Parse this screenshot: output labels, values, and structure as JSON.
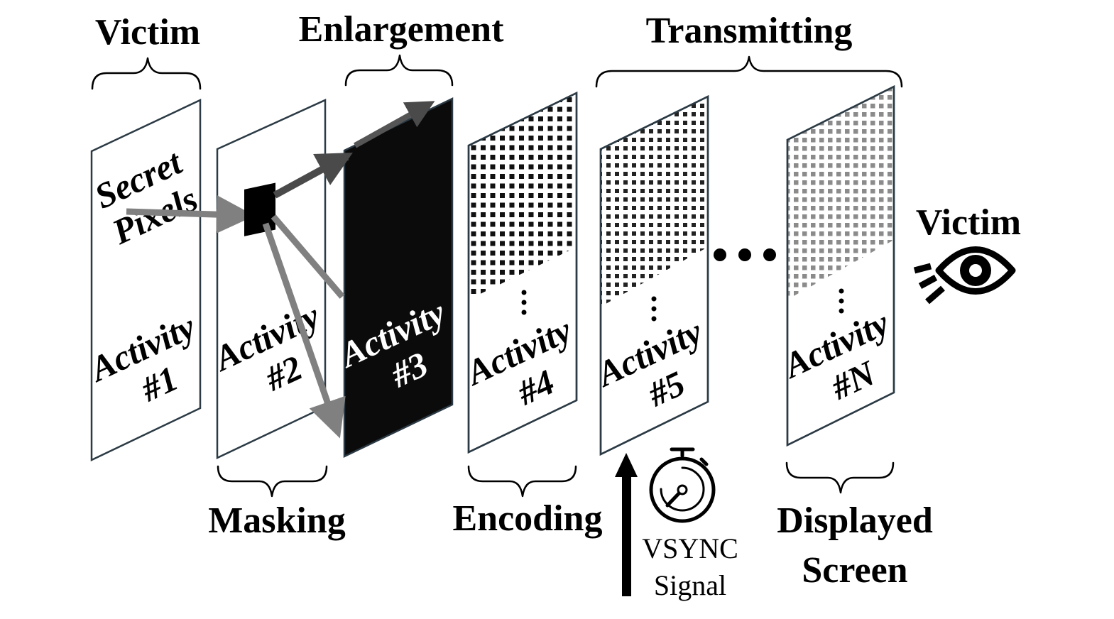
{
  "labels": {
    "victim_top": "Victim",
    "enlargement": "Enlargement",
    "transmitting": "Transmitting",
    "masking": "Masking",
    "encoding": "Encoding",
    "displayed_line1": "Displayed",
    "displayed_line2": "Screen",
    "victim_right": "Victim",
    "vsync_line1": "VSYNC",
    "vsync_line2": "Signal"
  },
  "panels": [
    {
      "line1": "Activity",
      "line2": "#1"
    },
    {
      "line1": "Activity",
      "line2": "#2"
    },
    {
      "line1": "Activity",
      "line2": "#3"
    },
    {
      "line1": "Activity",
      "line2": "#4"
    },
    {
      "line1": "Activity",
      "line2": "#5"
    },
    {
      "line1": "Activity",
      "line2": "#N"
    }
  ],
  "secret": {
    "line1": "Secret",
    "line2": "Pixels"
  },
  "colors": {
    "panel_border": "#2b3a44",
    "arrow_gray": "#808080",
    "dark_panel": "#0b0b0b"
  },
  "icons": [
    "eye-icon",
    "stopwatch-icon"
  ]
}
